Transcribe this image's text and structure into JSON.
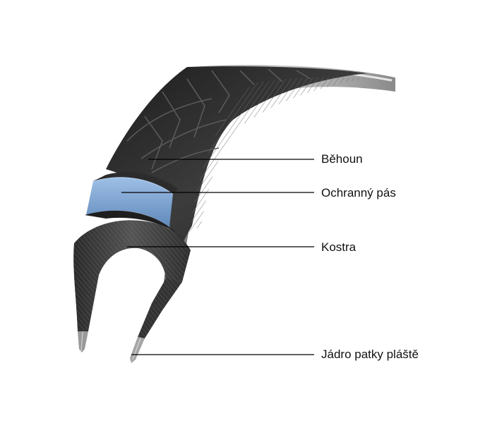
{
  "labels": {
    "tread": "Běhoun",
    "puncture_belt": "Ochranný pás",
    "casing": "Kostra",
    "bead_core": "Jádro patky pláště"
  },
  "colors": {
    "background": "#ffffff",
    "tread_rubber": "#2b2b2b",
    "sidewall_gray": "#a9a9a9",
    "belt_blue": "#7fa6d4",
    "casing_dark": "#3a3a3a",
    "leader_line": "#000000"
  }
}
